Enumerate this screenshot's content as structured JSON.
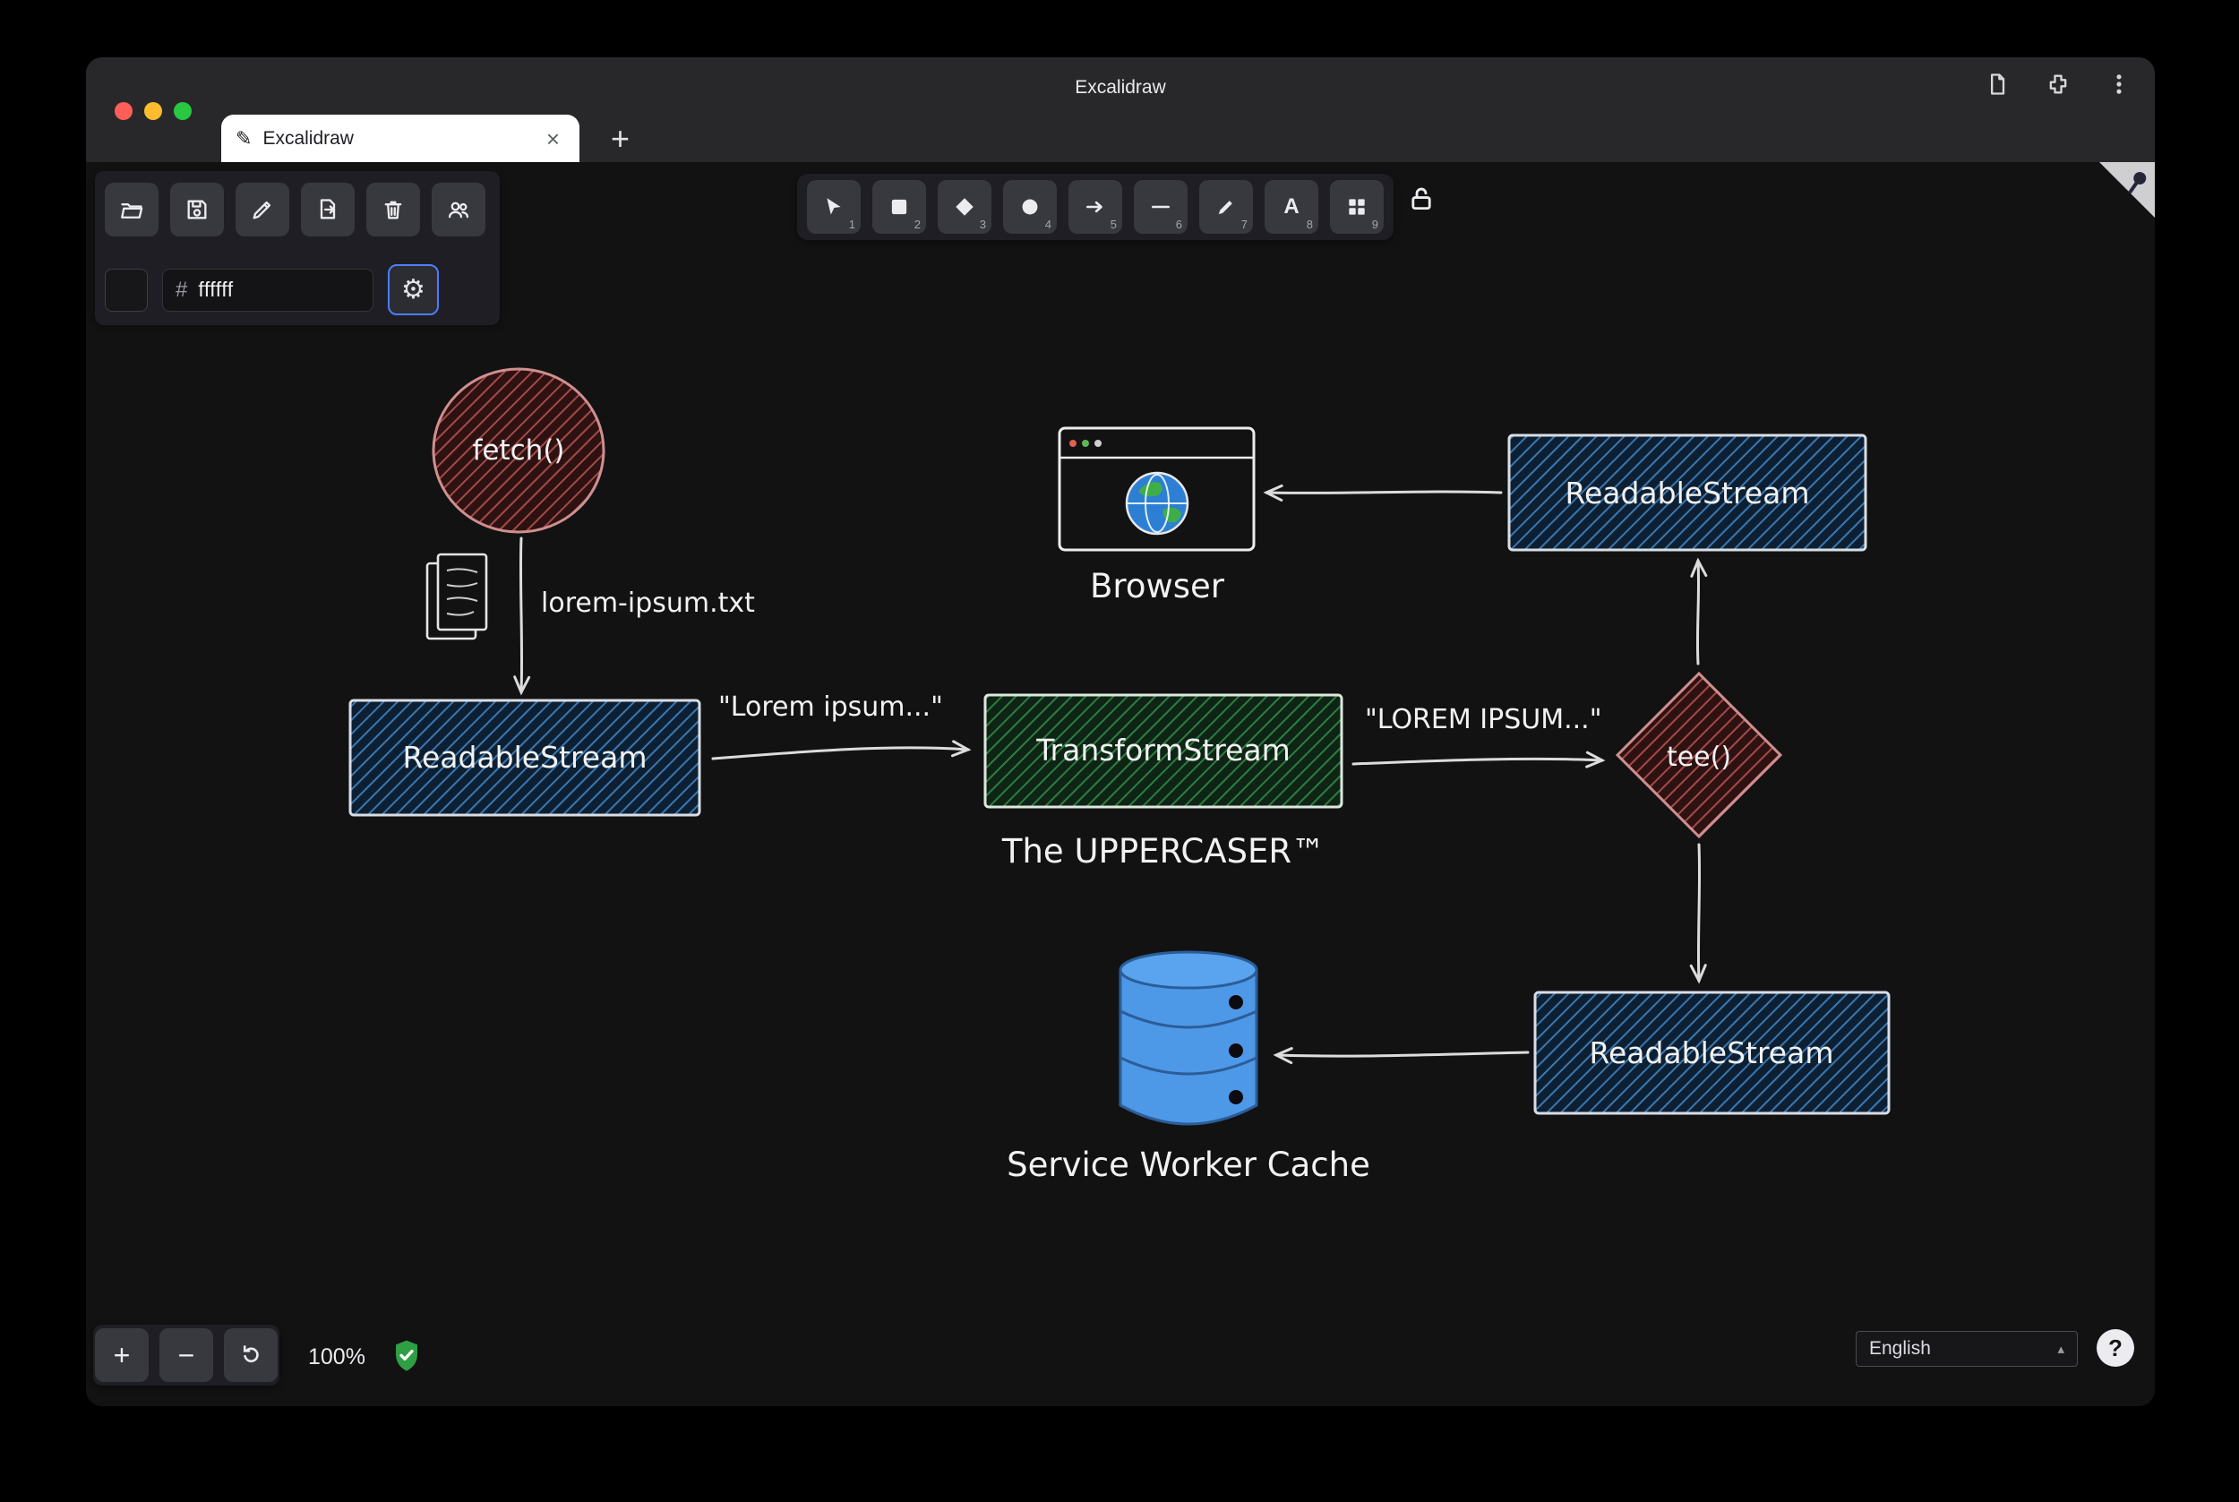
{
  "titlebar": {
    "title": "Excalidraw"
  },
  "tabbar": {
    "tab_label": "Excalidraw",
    "tab_close": "×",
    "new_tab": "+",
    "favicon": "✎"
  },
  "color_panel": {
    "hash": "#",
    "hex": "ffffff",
    "gear": "⚙"
  },
  "tools": {
    "shortcuts": [
      "1",
      "2",
      "3",
      "4",
      "5",
      "6",
      "7",
      "8",
      "9"
    ],
    "text_icon": "A"
  },
  "footer": {
    "zoom_plus": "+",
    "zoom_minus": "−",
    "zoom_level": "100%",
    "language": "English",
    "lang_caret": "▴",
    "help": "?"
  },
  "diagram": {
    "fetch_label": "fetch()",
    "file_label": "lorem-ipsum.txt",
    "readable_left": "ReadableStream",
    "arrow_label_lower": "\"Lorem ipsum...\"",
    "transform_label": "TransformStream",
    "transform_caption": "The UPPERCASER™",
    "arrow_label_upper": "\"LOREM IPSUM...\"",
    "tee_label": "tee()",
    "readable_top": "ReadableStream",
    "browser_caption": "Browser",
    "readable_bottom": "ReadableStream",
    "cache_caption": "Service Worker Cache"
  },
  "colors": {
    "accent_focus": "#4c7efc",
    "hatch_blue": "#3c77ae",
    "hatch_green": "#2e7d43",
    "hatch_red": "#a34a4a",
    "cylinder_blue": "#4e98e8",
    "shield_green": "#2f9e44"
  }
}
